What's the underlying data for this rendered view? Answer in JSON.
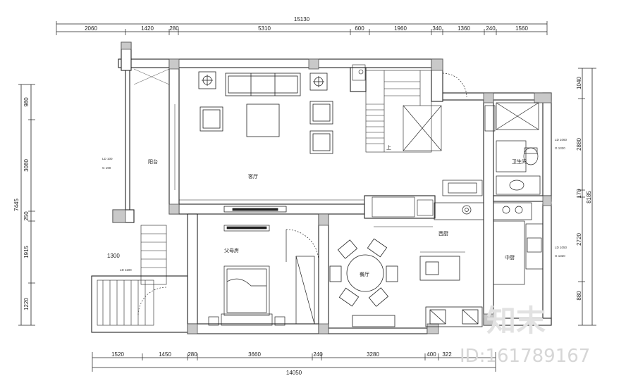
{
  "top_dims": {
    "total": "15130",
    "segments": [
      "2060",
      "1420",
      "280",
      "5310",
      "600",
      "1960",
      "340",
      "1360",
      "240",
      "1560"
    ]
  },
  "bottom_dims": {
    "total": "14050",
    "segments": [
      "1520",
      "1450",
      "280",
      "3660",
      "240",
      "3280",
      "400",
      "322"
    ]
  },
  "left_dims": {
    "total": "7445",
    "segments": [
      "980",
      "3080",
      "250",
      "1915",
      "1220"
    ]
  },
  "right_dims": {
    "total": "8185",
    "segments": [
      "1040",
      "2880",
      "170",
      "2720",
      "880"
    ]
  },
  "rooms": {
    "living": "客厅",
    "balcony": "阳台",
    "parents_room": "父母房",
    "dining": "餐厅",
    "western_kitchen": "西厨",
    "kitchen": "中厨",
    "bathroom": "卫生间"
  },
  "door_labels": {
    "balcony_door": "LD 100",
    "balcony_door_g": "G 190",
    "bath_door": "LD 1060",
    "bath_door_g": "G 1320",
    "kitchen_door": "LD 1050",
    "kitchen_door_g": "G 1320",
    "stair_opening": "LD 1100",
    "stair_width": "1300"
  },
  "stair_label": "上",
  "watermark": {
    "logo": "知末",
    "id": "ID:161789167"
  }
}
